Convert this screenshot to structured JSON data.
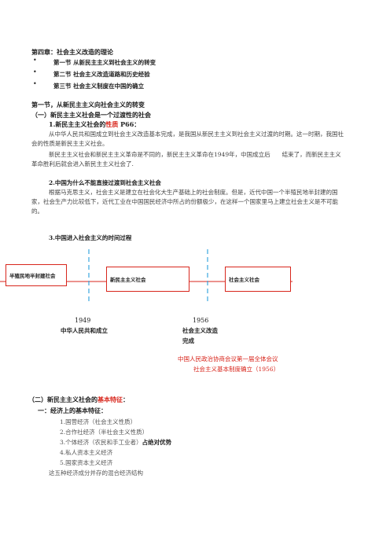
{
  "chapter": {
    "title": "第四章：社会主义改造的理论",
    "sections": [
      "第一节 从新民主主义到社会主义的转变",
      "第二节 社会主义改造道路和历史经验",
      "第三节 社会主义制度在中国的确立"
    ]
  },
  "section1": {
    "heading": "第一节，从新民主主义向社会主义的转变",
    "sub1": "（一）新民主主义社会是一个过渡性的社会",
    "point1_prefix": "1.新民主主义社会的",
    "point1_red": "性质",
    "point1_suffix": " P66：",
    "para1": "从中华人民共和国成立到社会主义改造基本完成，是我国从新民主主义到社会主义过渡的时期。这一时期，我国社会的性质是新民主主义社会。",
    "para2": "新民主主义社会和新民主主义革命是不同的，新民主主义革命在1949年，中国成立后　　结束了，而新民主主义革命胜利后就会进入新民主主义社会了.",
    "point2": "2.中国为什么不能直接过渡到社会主义社会",
    "para3": "根据马克思主义，社会主义是建立在社会化大生产基础上的社会制度。但是，近代中国一个半殖民地半封建的国家，社会生产力比较低下，近代工业在中国国民经济中所占的份额极少，在这样一个国家里马上建立社会主义是不可能的。",
    "point3": "3.中国进入社会主义的时间过程"
  },
  "timeline": {
    "box1": "半殖民地半封建社会",
    "box2": "新民主主义社会",
    "box3": "社会主义社会",
    "year1": "1949",
    "label1": "中华人民共和成立",
    "year2": "1956",
    "label2a": "社会主义改造",
    "label2b": "完成",
    "note1": "中国人民政治协商会议第一届全体会议",
    "note2": "社会主义基本制度确立（1956）"
  },
  "section2": {
    "heading_prefix": "（二）新民主主义社会的",
    "heading_red": "基本特征",
    "heading_suffix": "：",
    "sub": "一：经济上的基本特征：",
    "items": [
      "1.国营经济（社会主义性质）",
      "2.合作社经济（半社会主义性质）",
      "3.个体经济（农民和手工业者）",
      "4.私人资本主义经济",
      "5.国家资本主义经济"
    ],
    "item3_bold": "占绝对优势",
    "summary": "这五种经济成分并存的混合经济结构"
  }
}
